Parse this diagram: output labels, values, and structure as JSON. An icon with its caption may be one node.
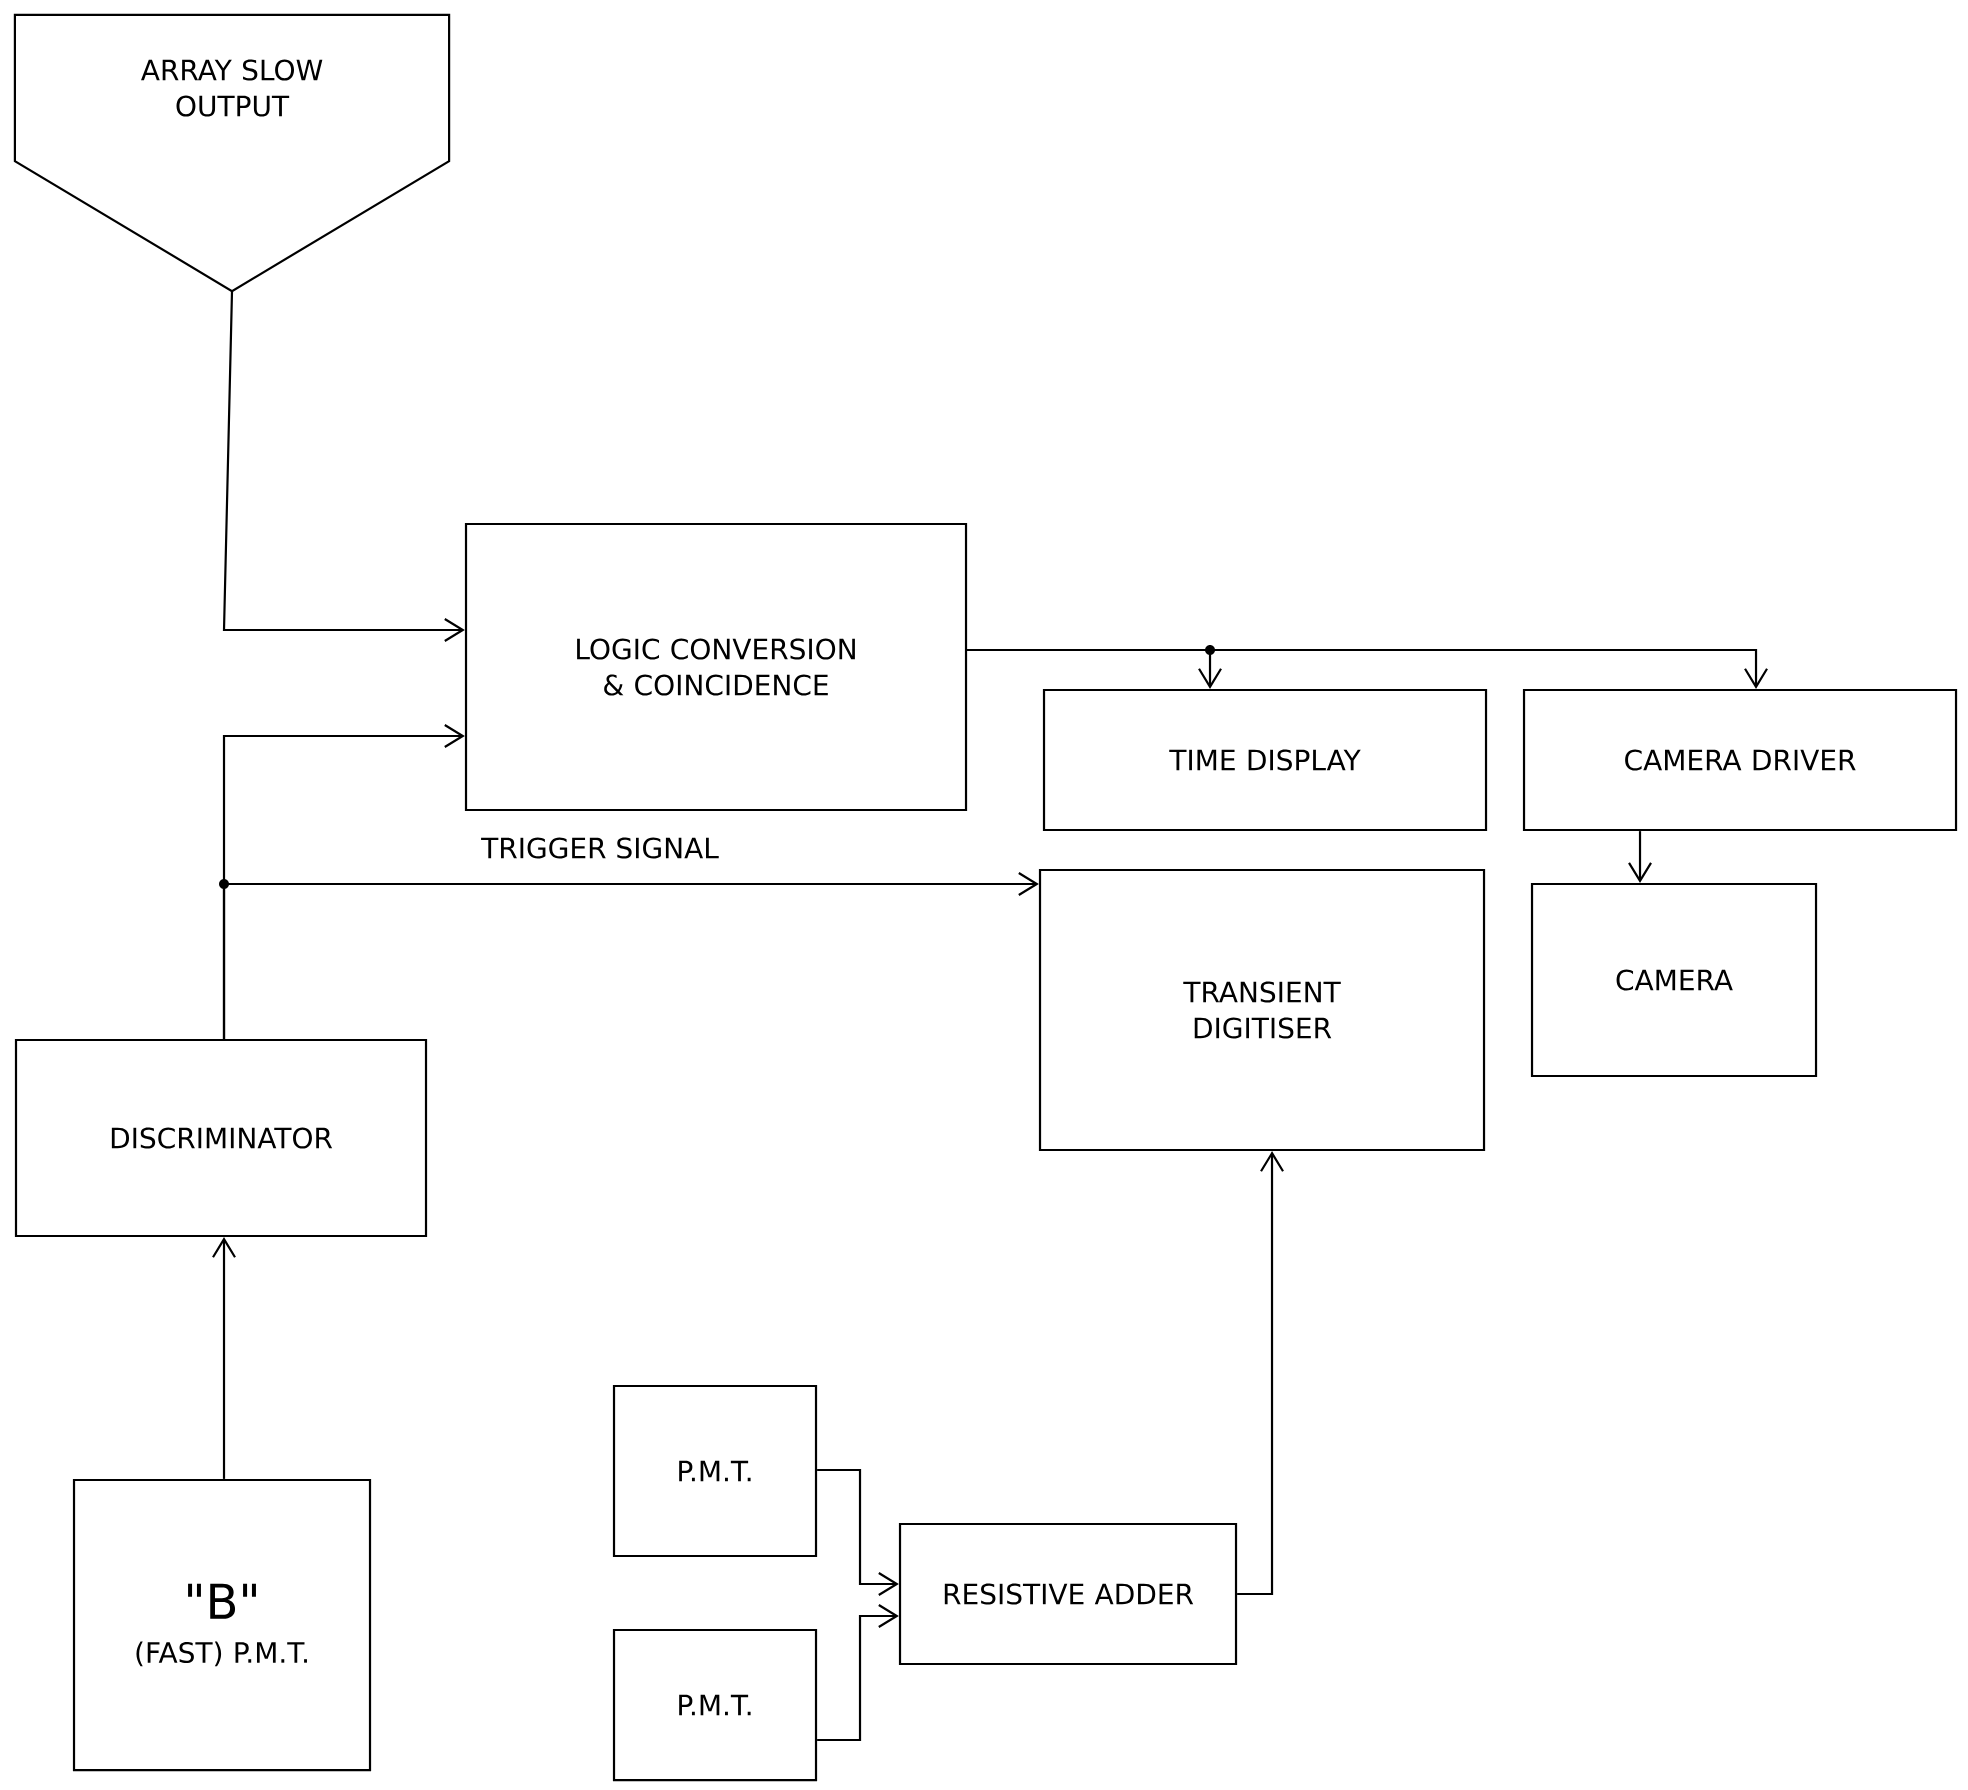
{
  "diagram": {
    "nodes": [
      {
        "text": [
          "ARRAY SLOW OUTPUT"
        ]
      },
      {
        "text": [
          "LOGIC CONVERSION & COINCIDENCE"
        ]
      },
      {
        "text": [
          "TIME DISPLAY"
        ]
      },
      {
        "text": [
          "CAMERA DRIVER"
        ]
      },
      {
        "text": [
          "CAMERA"
        ]
      },
      {
        "text": [
          "TRANSIENT DIGITISER"
        ]
      },
      {
        "text": [
          "DISCRIMINATOR"
        ]
      },
      {
        "text": [
          "\"B\"",
          "(FAST) P.M.T."
        ]
      },
      {
        "text": [
          "P.M.T."
        ]
      },
      {
        "text": [
          "P.M.T."
        ]
      },
      {
        "text": [
          "RESISTIVE ADDER"
        ]
      }
    ],
    "edges": [
      {
        "from": 0,
        "to": 1,
        "arrow": "to"
      },
      {
        "from": 6,
        "to": 1,
        "arrow": "to"
      },
      {
        "from": 6,
        "to": 5,
        "arrow": "to",
        "label": "TRIGGER SIGNAL"
      },
      {
        "from": 1,
        "to": 2,
        "arrow": "to"
      },
      {
        "from": 1,
        "to": 3,
        "arrow": "to"
      },
      {
        "from": 3,
        "to": 4,
        "arrow": "to"
      },
      {
        "from": 7,
        "to": 6,
        "arrow": "to"
      },
      {
        "from": 8,
        "to": 10,
        "arrow": "to"
      },
      {
        "from": 9,
        "to": 10,
        "arrow": "to"
      },
      {
        "from": 10,
        "to": 5,
        "arrow": "to"
      }
    ]
  }
}
